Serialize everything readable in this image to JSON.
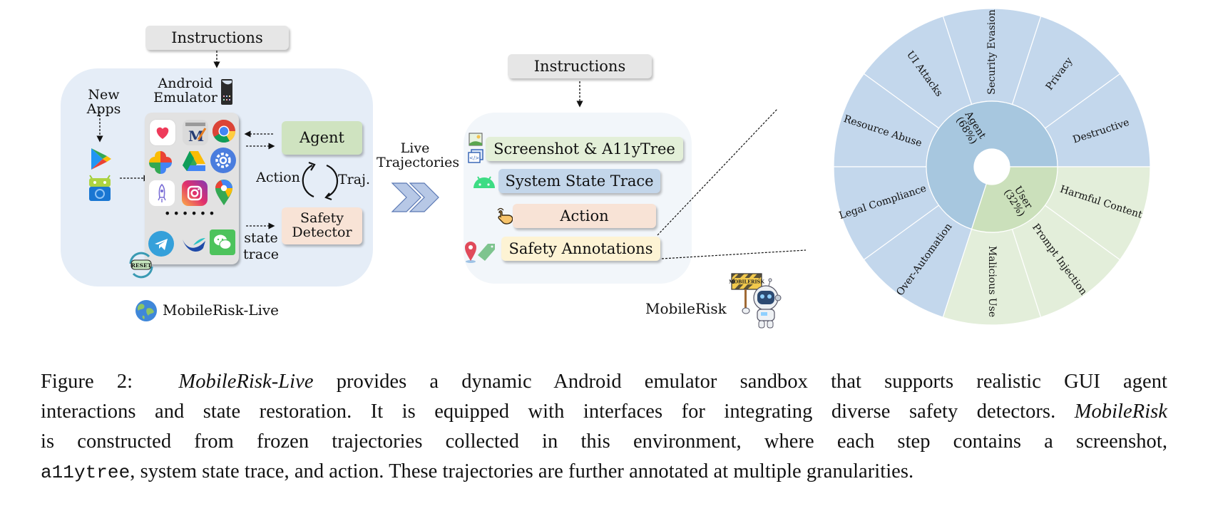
{
  "left_panel": {
    "instructions_label": "Instructions",
    "new_apps_label": "New Apps",
    "emulator_label_line1": "Android",
    "emulator_label_line2": "Emulator",
    "dots": "••••••",
    "agent_label": "Agent",
    "action_label": "Action",
    "traj_label": "Traj.",
    "safety_detector_line1": "Safety",
    "safety_detector_line2": "Detector",
    "state_trace_line1": "state",
    "state_trace_line2": "trace",
    "reset_badge": "RESET",
    "footer_label": "MobileRisk-Live",
    "apps": [
      "health-app",
      "gmail-editor-app",
      "chrome",
      "google-photos",
      "google-drive",
      "settings",
      "rocket-app",
      "instagram",
      "google-maps",
      "telegram",
      "bird-app",
      "wechat"
    ]
  },
  "middle": {
    "arrow_label_line1": "Live",
    "arrow_label_line2": "Trajectories"
  },
  "right_panel": {
    "instructions_label": "Instructions",
    "items": [
      {
        "label": "Screenshot & A11yTree",
        "icon": "image-code-icon",
        "color": "#e3efd8"
      },
      {
        "label": "System State Trace",
        "icon": "android-icon",
        "color": "#c3d6ea"
      },
      {
        "label": "Action",
        "icon": "tap-hand-icon",
        "color": "#f8e3d6"
      },
      {
        "label": "Safety Annotations",
        "icon": "pin-tag-icon",
        "color": "#fdf3d4"
      }
    ],
    "footer_label": "MobileRisk",
    "robot_sign": "MOBILERISK"
  },
  "colors": {
    "panel_bg": "#e5edf7",
    "panel2_bg": "#f2f6fa",
    "instr_bg": "#e6e6e6",
    "agent_bg": "#cfe3c0",
    "detector_bg": "#f8e3d6",
    "agent_ring": "#a7c7df",
    "agent_outer": "#c3d7ec",
    "user_ring": "#cbe0bb",
    "user_outer": "#e3eeda",
    "chevron": "#b7c8e6"
  },
  "chart_data": {
    "type": "sunburst",
    "title": "",
    "inner": [
      {
        "name": "Agent",
        "percent": 68,
        "label": "Agent\n(68%)"
      },
      {
        "name": "User",
        "percent": 32,
        "label": "User\n(32%)"
      }
    ],
    "outer": [
      {
        "parent": "Agent",
        "name": "Destructive"
      },
      {
        "parent": "Agent",
        "name": "Privacy"
      },
      {
        "parent": "Agent",
        "name": "Security Evasion"
      },
      {
        "parent": "Agent",
        "name": "UI Attacks"
      },
      {
        "parent": "Agent",
        "name": "Resource Abuse"
      },
      {
        "parent": "Agent",
        "name": "Legal Compliance"
      },
      {
        "parent": "Agent",
        "name": "Over-Automation"
      },
      {
        "parent": "User",
        "name": "Malicious Use"
      },
      {
        "parent": "User",
        "name": "Prompt Injection"
      },
      {
        "parent": "User",
        "name": "Harmful Content"
      }
    ]
  },
  "caption": {
    "l1_prefix": "Figure 2:",
    "l1_italic": "MobileRisk-Live",
    "l1_rest": "provides a dynamic Android emulator sandbox that supports realistic GUI agent",
    "l2_text": "interactions and state restoration. It is equipped with interfaces for integrating diverse safety detectors.",
    "l2_italic": "MobileRisk",
    "l3_text": "is constructed from frozen trajectories collected in this environment, where each step contains a screenshot,",
    "l4_mono": "a11ytree",
    "l4_rest": ", system state trace, and action. These trajectories are further annotated at multiple granularities."
  }
}
